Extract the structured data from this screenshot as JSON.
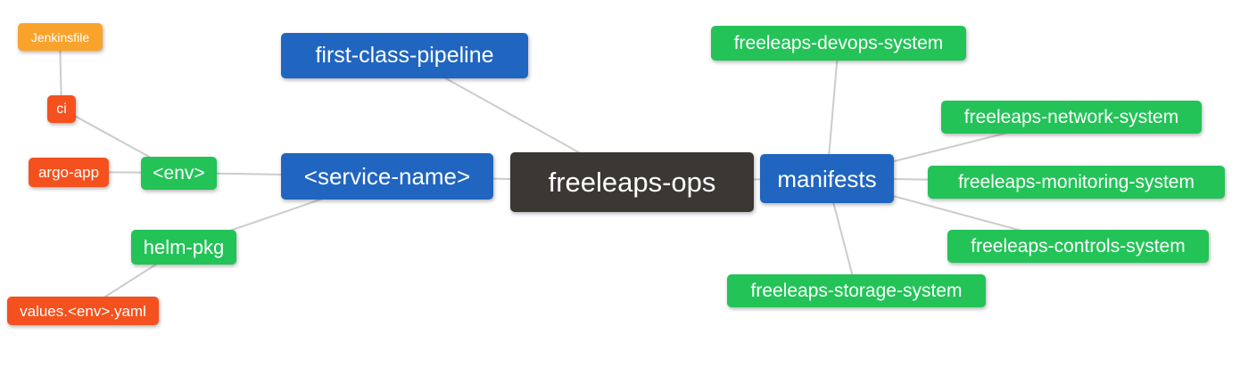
{
  "diagram": {
    "type": "mindmap",
    "root_label": "freeleaps-ops",
    "background": "#ffffff"
  },
  "colors": {
    "blue": "#2065c0",
    "green": "#23c358",
    "red": "#f4511e",
    "amber": "#f9a32c",
    "dark": "#3b3834",
    "edge": "#cccccc",
    "text": "#ffffff"
  },
  "nodes": {
    "freeleaps_ops": {
      "label": "freeleaps-ops",
      "color": "dark"
    },
    "first_class_pipeline": {
      "label": "first-class-pipeline",
      "color": "blue"
    },
    "service_name": {
      "label": "<service-name>",
      "color": "blue"
    },
    "manifests": {
      "label": "manifests",
      "color": "blue"
    },
    "env": {
      "label": "<env>",
      "color": "green"
    },
    "helm_pkg": {
      "label": "helm-pkg",
      "color": "green"
    },
    "ci": {
      "label": "ci",
      "color": "red"
    },
    "argo_app": {
      "label": "argo-app",
      "color": "red"
    },
    "values_env_yaml": {
      "label": "values.<env>.yaml",
      "color": "red"
    },
    "jenkinsfile": {
      "label": "Jenkinsfile",
      "color": "amber"
    },
    "devops_system": {
      "label": "freeleaps-devops-system",
      "color": "green"
    },
    "network_system": {
      "label": "freeleaps-network-system",
      "color": "green"
    },
    "monitoring_system": {
      "label": "freeleaps-monitoring-system",
      "color": "green"
    },
    "controls_system": {
      "label": "freeleaps-controls-system",
      "color": "green"
    },
    "storage_system": {
      "label": "freeleaps-storage-system",
      "color": "green"
    }
  },
  "edges": [
    [
      "jenkinsfile",
      "ci"
    ],
    [
      "ci",
      "env"
    ],
    [
      "argo_app",
      "env"
    ],
    [
      "env",
      "service_name"
    ],
    [
      "helm_pkg",
      "service_name"
    ],
    [
      "values_env_yaml",
      "helm_pkg"
    ],
    [
      "first_class_pipeline",
      "freeleaps_ops"
    ],
    [
      "service_name",
      "freeleaps_ops"
    ],
    [
      "freeleaps_ops",
      "manifests"
    ],
    [
      "manifests",
      "devops_system"
    ],
    [
      "manifests",
      "network_system"
    ],
    [
      "manifests",
      "monitoring_system"
    ],
    [
      "manifests",
      "controls_system"
    ],
    [
      "manifests",
      "storage_system"
    ]
  ]
}
